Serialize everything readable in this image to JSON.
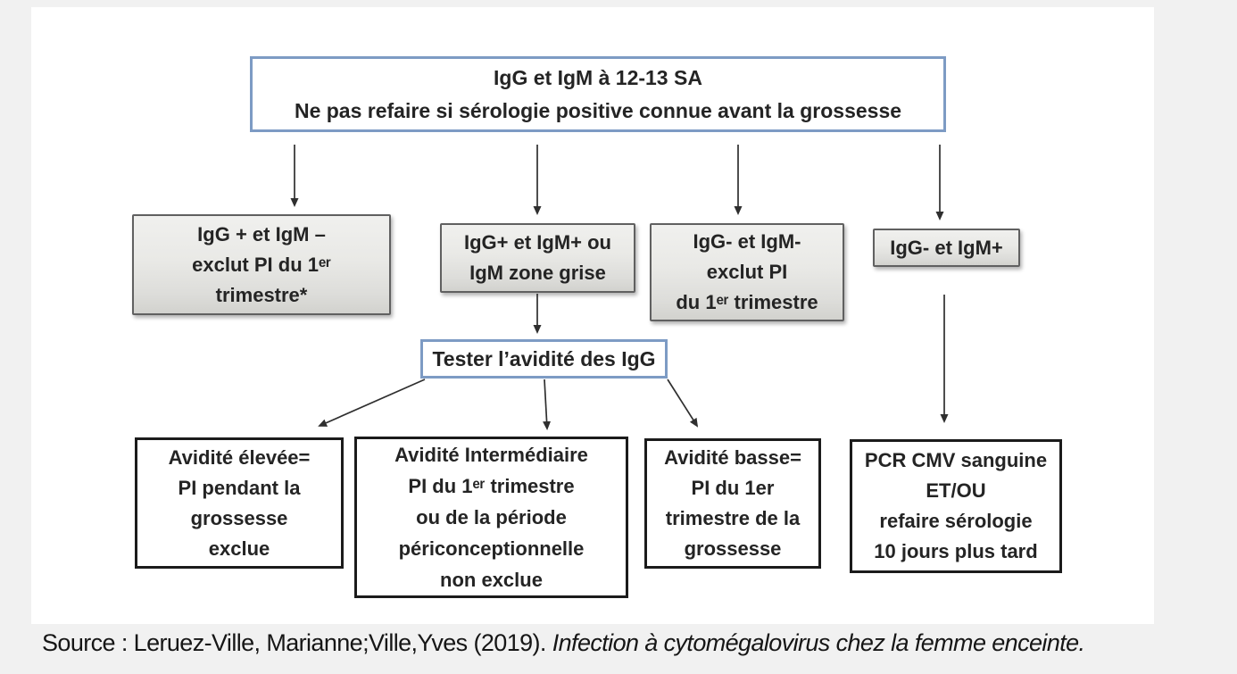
{
  "colors": {
    "page_background": "#f1f1f1",
    "card_background": "#ffffff",
    "blue_border": "#7d9bc4",
    "gray_box_border": "#606060",
    "gray_box_fill": "#e6e6e3",
    "black_box_border": "#1b1b1b",
    "arrow": "#2f2f2f",
    "text": "#242424"
  },
  "flowchart": {
    "top_box": {
      "lines": [
        "IgG et IgM à 12-13 SA",
        "Ne pas refaire si sérologie positive connue avant la grossesse"
      ]
    },
    "row2": [
      {
        "lines": [
          "IgG + et IgM –",
          "exclut  PI du 1ᵉʳ",
          "trimestre*"
        ]
      },
      {
        "lines": [
          "IgG+ et IgM+ ou",
          "IgM zone grise"
        ]
      },
      {
        "lines": [
          "IgG- et IgM-",
          "exclut PI",
          "du 1ᵉʳ trimestre"
        ]
      },
      {
        "lines": [
          "IgG- et IgM+"
        ]
      }
    ],
    "avidity_box": {
      "label": "Tester l’avidité des IgG"
    },
    "row3": [
      {
        "lines": [
          "Avidité élevée=",
          "PI pendant la",
          "grossesse",
          "exclue"
        ]
      },
      {
        "lines": [
          "Avidité Intermédiaire",
          "PI du 1ᵉʳ trimestre",
          "ou de la période",
          "périconceptionnelle",
          "non exclue"
        ]
      },
      {
        "lines": [
          "Avidité basse=",
          "PI du 1er",
          "trimestre de la",
          "grossesse"
        ]
      },
      {
        "lines": [
          "PCR CMV sanguine",
          "ET/OU",
          "refaire sérologie",
          "10 jours plus tard"
        ]
      }
    ]
  },
  "source": {
    "prefix": "Source : Leruez-Ville, Marianne;Ville,Yves (2019). ",
    "title_italic": "Infection à cytomégalovirus chez la femme enceinte."
  }
}
